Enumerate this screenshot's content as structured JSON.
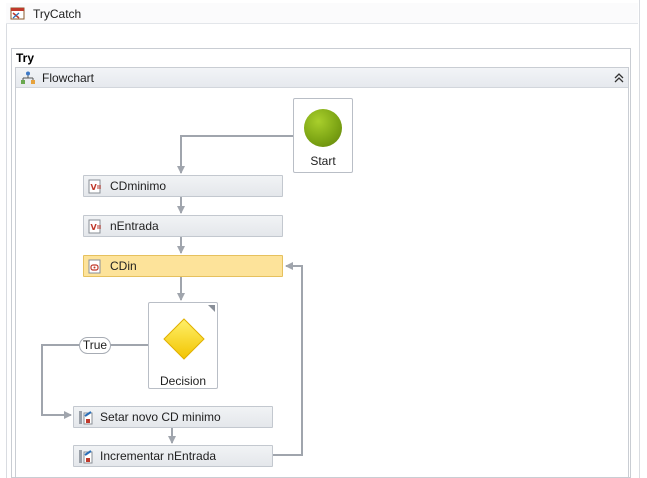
{
  "trycatch": {
    "title": "TryCatch"
  },
  "try": {
    "label": "Try"
  },
  "flowchart": {
    "title": "Flowchart",
    "start_label": "Start",
    "decision_label": "Decision",
    "true_label": "True",
    "activities": {
      "cdminimo": "CDminimo",
      "nentrada": "nEntrada",
      "cdin": "CDin",
      "setar": "Setar novo CD minimo",
      "incrementar": "Incrementar nEntrada"
    }
  },
  "colors": {
    "selected_activity": "#fde39a",
    "start_node": "#7ea615",
    "decision_diamond": "#ffd800",
    "connector": "#a0a5ad"
  },
  "icons": {
    "trycatch": "trycatch-icon",
    "flowchart": "flowchart-icon",
    "collapse": "double-chevron-up-icon",
    "assign": "assign-icon",
    "invoke": "invoke-method-icon",
    "write": "write-line-icon"
  }
}
